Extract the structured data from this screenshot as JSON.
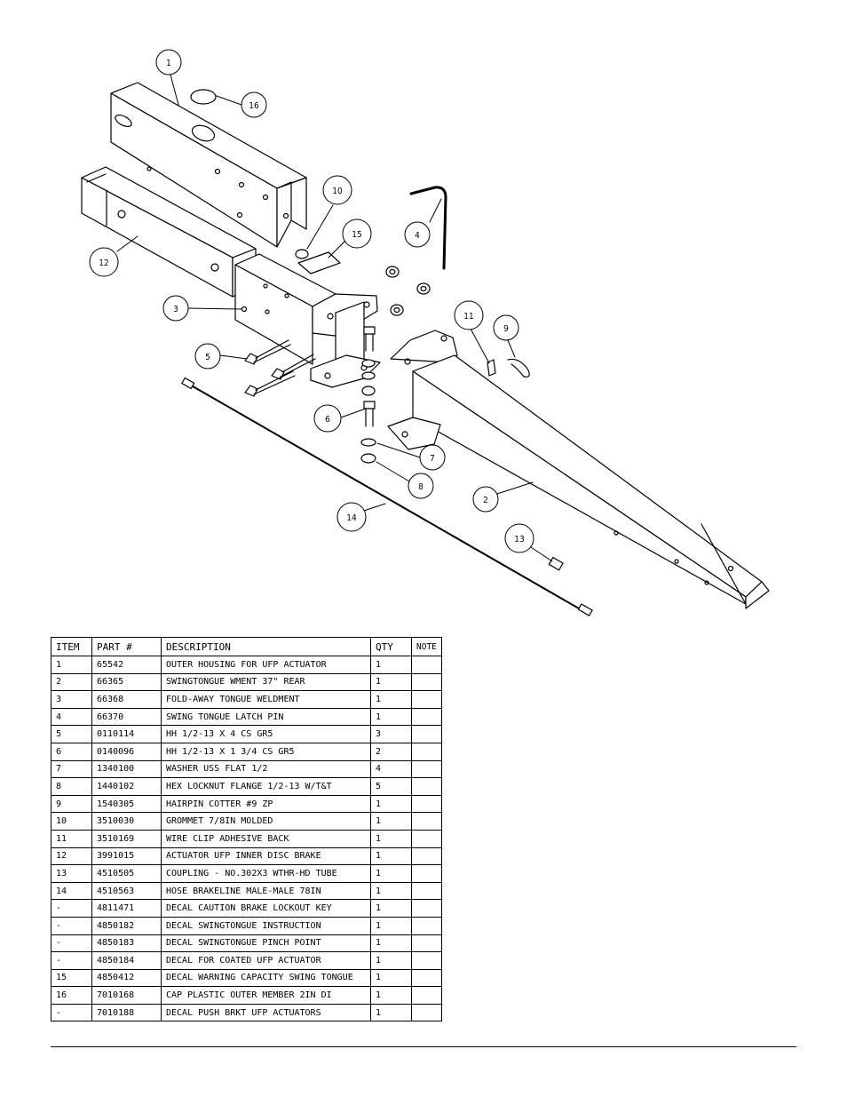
{
  "diagram": {
    "callouts": [
      "1",
      "2",
      "3",
      "4",
      "5",
      "6",
      "7",
      "8",
      "9",
      "10",
      "11",
      "12",
      "13",
      "14",
      "15",
      "16"
    ]
  },
  "table": {
    "headers": {
      "item": "ITEM",
      "part": "PART #",
      "description": "DESCRIPTION",
      "qty": "QTY",
      "note": "NOTE"
    },
    "rows": [
      {
        "item": "1",
        "part": "65542",
        "description": "OUTER HOUSING FOR UFP ACTUATOR",
        "qty": "1"
      },
      {
        "item": "2",
        "part": "66365",
        "description": "SWINGTONGUE WMENT 37\" REAR",
        "qty": "1"
      },
      {
        "item": "3",
        "part": "66368",
        "description": "FOLD-AWAY TONGUE WELDMENT",
        "qty": "1"
      },
      {
        "item": "4",
        "part": "66370",
        "description": "SWING TONGUE LATCH PIN",
        "qty": "1"
      },
      {
        "item": "5",
        "part": "0110114",
        "description": "HH 1/2-13 X 4 CS GR5",
        "qty": "3"
      },
      {
        "item": "6",
        "part": "0140096",
        "description": "HH 1/2-13 X 1 3/4 CS GR5",
        "qty": "2"
      },
      {
        "item": "7",
        "part": "1340100",
        "description": "WASHER USS FLAT 1/2",
        "qty": "4"
      },
      {
        "item": "8",
        "part": "1440102",
        "description": "HEX LOCKNUT FLANGE 1/2-13 W/T&T",
        "qty": "5"
      },
      {
        "item": "9",
        "part": "1540305",
        "description": "HAIRPIN COTTER #9 ZP",
        "qty": "1"
      },
      {
        "item": "10",
        "part": "3510030",
        "description": "GROMMET  7/8IN MOLDED",
        "qty": "1"
      },
      {
        "item": "11",
        "part": "3510169",
        "description": "WIRE CLIP  ADHESIVE BACK",
        "qty": "1"
      },
      {
        "item": "12",
        "part": "3991015",
        "description": "ACTUATOR UFP INNER  DISC BRAKE",
        "qty": "1"
      },
      {
        "item": "13",
        "part": "4510505",
        "description": "COUPLING - NO.302X3 WTHR-HD TUBE",
        "qty": "1"
      },
      {
        "item": "14",
        "part": "4510563",
        "description": "HOSE BRAKELINE MALE-MALE 78IN",
        "qty": "1"
      },
      {
        "item": "-",
        "part": "4811471",
        "description": "DECAL CAUTION BRAKE LOCKOUT KEY",
        "qty": "1"
      },
      {
        "item": "-",
        "part": "4850182",
        "description": "DECAL SWINGTONGUE INSTRUCTION",
        "qty": "1"
      },
      {
        "item": "-",
        "part": "4850183",
        "description": "DECAL SWINGTONGUE PINCH POINT",
        "qty": "1"
      },
      {
        "item": "-",
        "part": "4850184",
        "description": "DECAL FOR COATED UFP ACTUATOR",
        "qty": "1"
      },
      {
        "item": "15",
        "part": "4850412",
        "description": "DECAL WARNING CAPACITY SWING TONGUE",
        "qty": "1"
      },
      {
        "item": "16",
        "part": "7010168",
        "description": "CAP  PLASTIC OUTER MEMBER 2IN DI",
        "qty": "1"
      },
      {
        "item": "-",
        "part": "7010188",
        "description": "DECAL PUSH BRKT UFP ACTUATORS",
        "qty": "1"
      }
    ]
  }
}
